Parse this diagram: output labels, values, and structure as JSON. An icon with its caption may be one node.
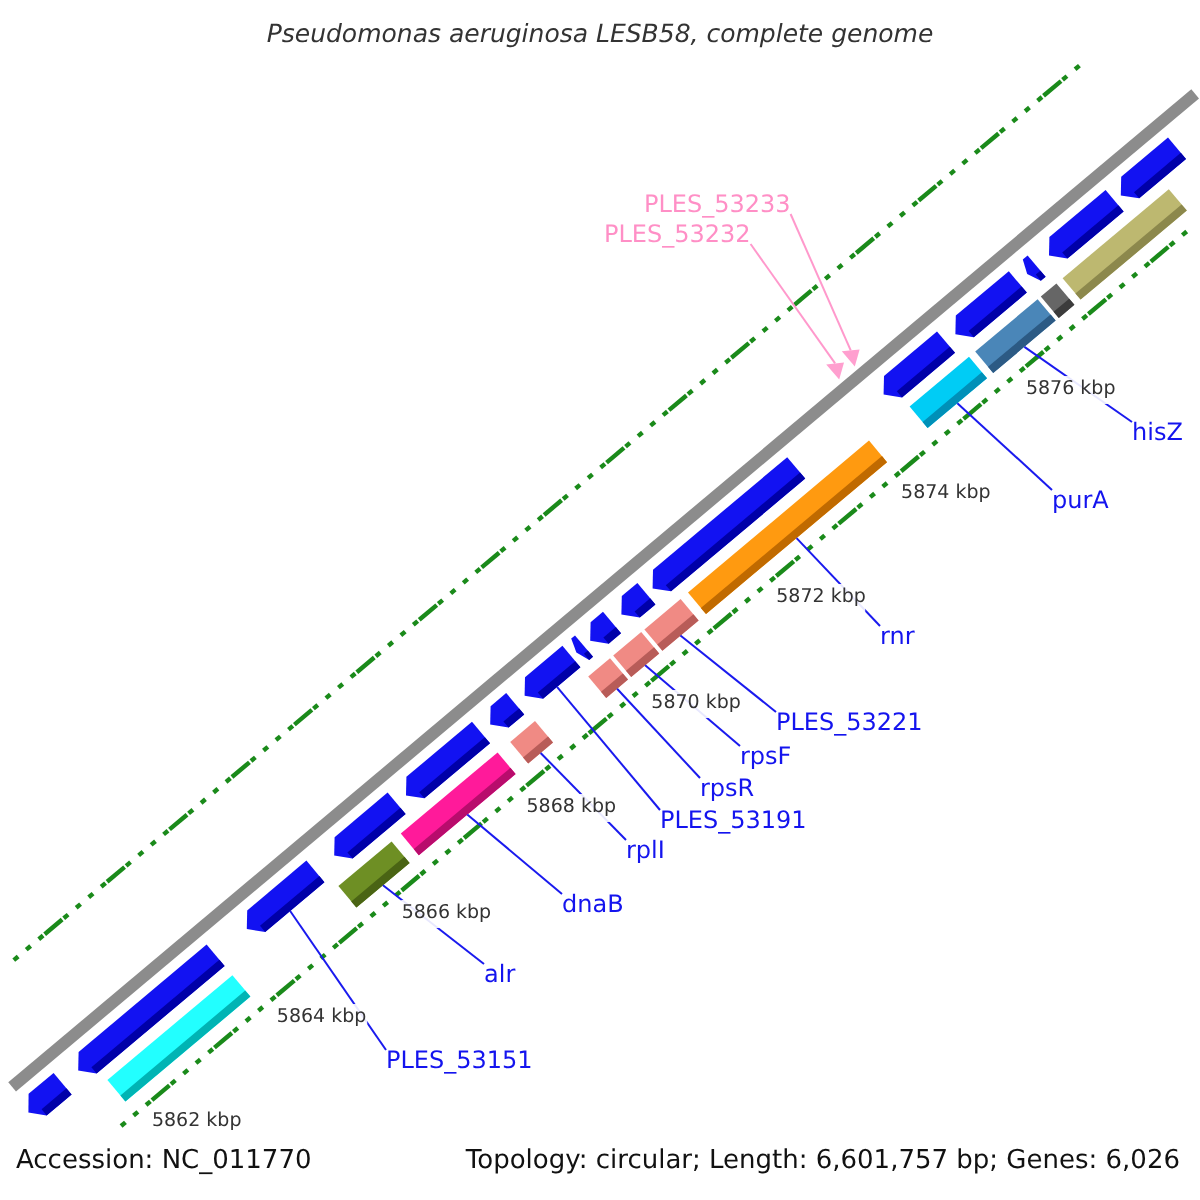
{
  "diagram": {
    "title": "Pseudomonas aeruginosa LESB58, complete genome",
    "nodes": [
      {
        "text": [
          "PLES_53233"
        ]
      },
      {
        "text": [
          "PLES_53232"
        ]
      },
      {
        "text": [
          "hisZ"
        ]
      },
      {
        "text": [
          "purA"
        ]
      },
      {
        "text": [
          "rnr"
        ]
      },
      {
        "text": [
          "PLES_53221"
        ]
      },
      {
        "text": [
          "rpsF"
        ]
      },
      {
        "text": [
          "rpsR"
        ]
      },
      {
        "text": [
          "PLES_53191"
        ]
      },
      {
        "text": [
          "rplI"
        ]
      },
      {
        "text": [
          "dnaB"
        ]
      },
      {
        "text": [
          "alr"
        ]
      },
      {
        "text": [
          "PLES_53151"
        ]
      },
      {
        "text": [],
        "shape": "triangle"
      },
      {
        "text": [],
        "shape": "triangle"
      },
      {
        "text": [],
        "shape": "bar"
      },
      {
        "text": [],
        "shape": "bar"
      },
      {
        "text": [],
        "shape": "bar"
      },
      {
        "text": [],
        "shape": "bar"
      },
      {
        "text": [],
        "shape": "bar"
      },
      {
        "text": [],
        "shape": "bar"
      },
      {
        "text": [],
        "shape": "bar"
      },
      {
        "text": [],
        "shape": "bar"
      },
      {
        "text": [],
        "shape": "bar"
      },
      {
        "text": [],
        "shape": "bar"
      },
      {
        "text": [],
        "shape": "bar"
      },
      {
        "text": [],
        "shape": "bar"
      },
      {
        "text": [],
        "shape": "bar"
      },
      {
        "text": [],
        "shape": "bar"
      },
      {
        "text": [],
        "shape": "bar"
      },
      {
        "text": [],
        "shape": "bar"
      },
      {
        "text": [],
        "shape": "bar"
      },
      {
        "text": [],
        "shape": "bar"
      },
      {
        "text": [],
        "shape": "bar"
      },
      {
        "text": [],
        "shape": "bar"
      },
      {
        "text": [],
        "shape": "bar"
      },
      {
        "text": [],
        "shape": "bar"
      },
      {
        "text": [],
        "shape": "bar"
      },
      {
        "text": [],
        "shape": "bar"
      },
      {
        "text": [],
        "shape": "bar"
      },
      {
        "text": [],
        "shape": "bar"
      },
      {
        "text": [],
        "shape": "bar"
      },
      {
        "text": [],
        "shape": "bar"
      }
    ],
    "edges": [
      {
        "from": 0,
        "to": 13,
        "arrow": "none",
        "color": "#ff99cc"
      },
      {
        "from": 1,
        "to": 14,
        "arrow": "none",
        "color": "#ff99cc"
      },
      {
        "from": 2,
        "to": 15,
        "arrow": "none"
      },
      {
        "from": 3,
        "to": 16,
        "arrow": "none"
      },
      {
        "from": 4,
        "to": 17,
        "arrow": "none"
      },
      {
        "from": 5,
        "to": 18,
        "arrow": "none"
      },
      {
        "from": 6,
        "to": 19,
        "arrow": "none"
      },
      {
        "from": 7,
        "to": 20,
        "arrow": "none"
      },
      {
        "from": 8,
        "to": 21,
        "arrow": "none"
      },
      {
        "from": 9,
        "to": 22,
        "arrow": "none"
      },
      {
        "from": 10,
        "to": 23,
        "arrow": "none"
      },
      {
        "from": 11,
        "to": 24,
        "arrow": "none"
      },
      {
        "from": 12,
        "to": 25,
        "arrow": "none"
      }
    ],
    "labels": [
      "5876 kbp",
      "5874 kbp",
      "5872 kbp",
      "5870 kbp",
      "5868 kbp",
      "5866 kbp",
      "5864 kbp",
      "5862 kbp",
      "Accession: NC_011770",
      "Topology: circular; Length: 6,601,757 bp; Genes: 6,026"
    ]
  }
}
